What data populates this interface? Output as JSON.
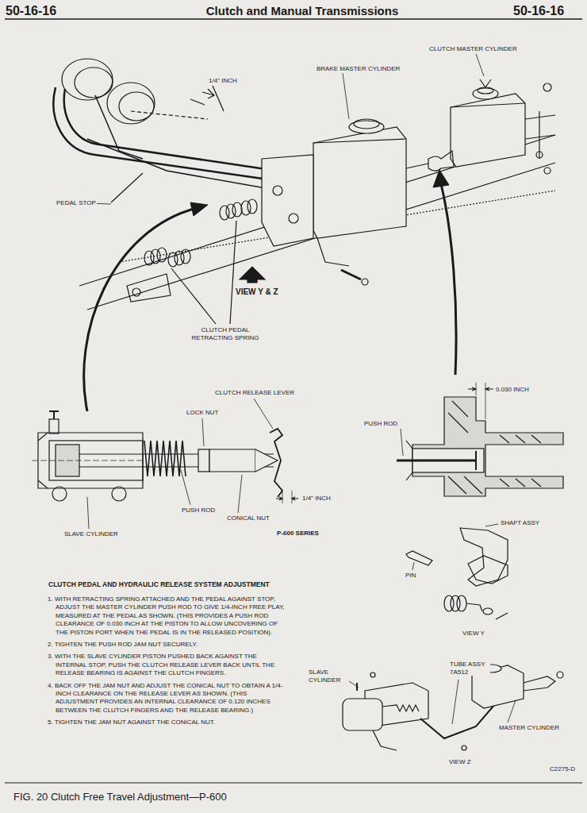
{
  "diagram": {
    "title": "Clutch and Manual Transmissions",
    "caption": "FIG. 20 Clutch Free Travel Adjustment—P-600",
    "labels": [
      "50-16-16",
      "50-16-16",
      "CLUTCH MASTER CYLINDER",
      "BRAKE MASTER CYLINDER",
      "1/4\" INCH",
      "PEDAL STOP",
      "VIEW Y & Z",
      "CLUTCH PEDAL RETRACTING SPRING",
      "CLUTCH RELEASE LEVER",
      "LOCK NUT",
      "0.030 INCH",
      "PUSH ROD",
      "PUSH ROD",
      "CONICAL NUT",
      "1/4\" INCH",
      "SLAVE CYLINDER",
      "P-600 SERIES",
      "SHAFT ASSY",
      "PIN",
      "VIEW Y",
      "CLUTCH PEDAL AND HYDRAULIC RELEASE SYSTEM ADJUSTMENT",
      "1. WITH RETRACTING SPRING ATTACHED AND THE PEDAL AGAINST STOP, ADJUST THE MASTER CYLINDER PUSH ROD TO GIVE 1/4-INCH FREE PLAY, MEASURED AT THE PEDAL AS SHOWN. (THIS PROVIDES A PUSH ROD CLEARANCE OF 0.030 INCH AT THE PISTON TO ALLOW UNCOVERING OF THE PISTON PORT WHEN THE PEDAL IS IN THE RELEASED POSITION).",
      "2. TIGHTEN THE PUSH ROD JAM NUT SECURELY.",
      "3. WITH THE SLAVE CYLINDER PISTON PUSHED BACK AGAINST THE INTERNAL STOP, PUSH THE CLUTCH RELEASE LEVER BACK UNTIL THE RELEASE BEARING IS AGAINST THE CLUTCH FINGERS.",
      "4. BACK OFF THE JAM NUT AND ADJUST THE CONICAL NUT TO OBTAIN A 1/4-INCH CLEARANCE ON THE RELEASE LEVER AS SHOWN. (THIS ADJUSTMENT PROVIDES AN INTERNAL CLEARANCE OF 0.120 INCHES BETWEEN THE CLUTCH FINGERS AND THE RELEASE BEARING.)",
      "5. TIGHTEN THE JAM NUT AGAINST THE CONICAL NUT.",
      "TUBE ASSY 7A512",
      "SLAVE CYLINDER",
      "MASTER CYLINDER",
      "VIEW Z",
      "C2275-D"
    ]
  }
}
